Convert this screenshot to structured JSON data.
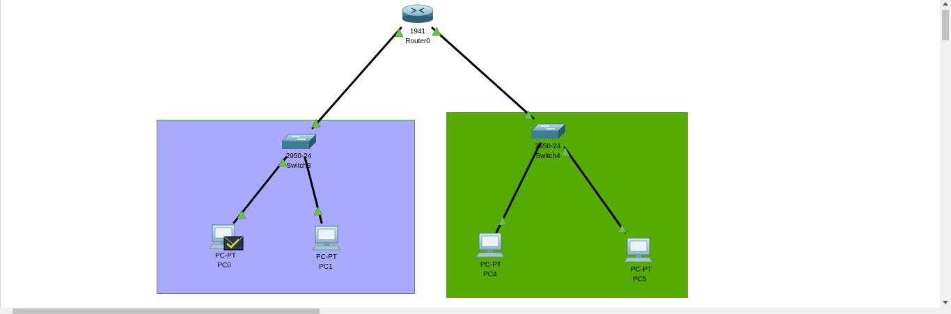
{
  "colors": {
    "cluster_left": "#a9aafe",
    "cluster_right": "#56ab00",
    "link": "#000000",
    "port_up": "#6ebe4a"
  },
  "devices": {
    "router0": {
      "model": "1941",
      "name": "Router0",
      "icon": "router-icon"
    },
    "switch3": {
      "model": "2950-24",
      "name": "Switch3",
      "icon": "switch-icon"
    },
    "switch4": {
      "model": "2950-24",
      "name": "Switch4",
      "icon": "switch-icon"
    },
    "pc0": {
      "model": "PC-PT",
      "name": "PC0",
      "icon": "pc-icon",
      "badge": "pdu-envelope-check-icon"
    },
    "pc1": {
      "model": "PC-PT",
      "name": "PC1",
      "icon": "pc-icon"
    },
    "pc4": {
      "model": "PC-PT",
      "name": "PC4",
      "icon": "pc-icon"
    },
    "pc5": {
      "model": "PC-PT",
      "name": "PC5",
      "icon": "pc-icon"
    }
  }
}
